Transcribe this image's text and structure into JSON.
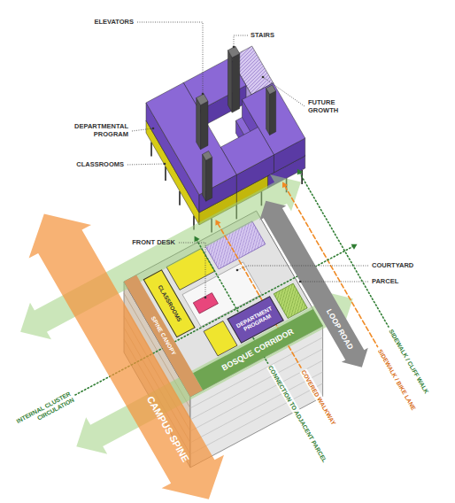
{
  "diagram": {
    "nodes": [
      {
        "text": [
          "SPINE CANOPY"
        ]
      },
      {
        "text": [
          "CLASSROOMS"
        ]
      },
      {
        "text": [
          "DEPARTMENT PROGRAM"
        ]
      },
      {
        "text": [
          "BOSQUE CORRIDOR"
        ]
      },
      {
        "text": [
          "LOOP ROAD"
        ]
      },
      {
        "text": [
          "CAMPUS SPINE"
        ]
      }
    ],
    "labels": [
      "ELEVATORS",
      "STAIRS",
      "DEPARTMENTAL PROGRAM",
      "FUTURE GROWTH",
      "CLASSROOMS",
      "FRONT DESK",
      "COURTYARD",
      "PARCEL",
      "INTERNAL CLUSTER CIRCULATION",
      "CONNECTION TO ADJACENT PARCEL",
      "COVERED WALKWAY",
      "SIDEWALK / BIKE LANE",
      "SIDEWALK / CLIFF WALK"
    ]
  }
}
